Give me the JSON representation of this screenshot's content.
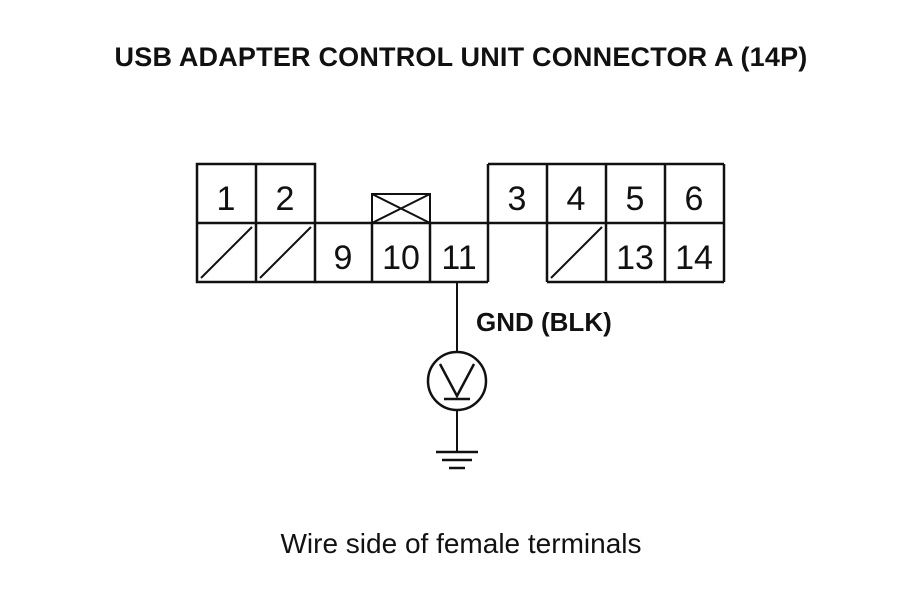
{
  "title": "USB ADAPTER CONTROL UNIT CONNECTOR A (14P)",
  "caption": "Wire side of female terminals",
  "ground_label": "GND (BLK)",
  "pins": {
    "p1": "1",
    "p2": "2",
    "p3": "3",
    "p4": "4",
    "p5": "5",
    "p6": "6",
    "p9": "9",
    "p10": "10",
    "p11": "11",
    "p13": "13",
    "p14": "14"
  },
  "symbols": {
    "unused_terminal": "diagonal-slash-icon",
    "locking_tab": "x-box-icon",
    "voltmeter": "voltmeter-icon",
    "ground": "ground-icon"
  }
}
